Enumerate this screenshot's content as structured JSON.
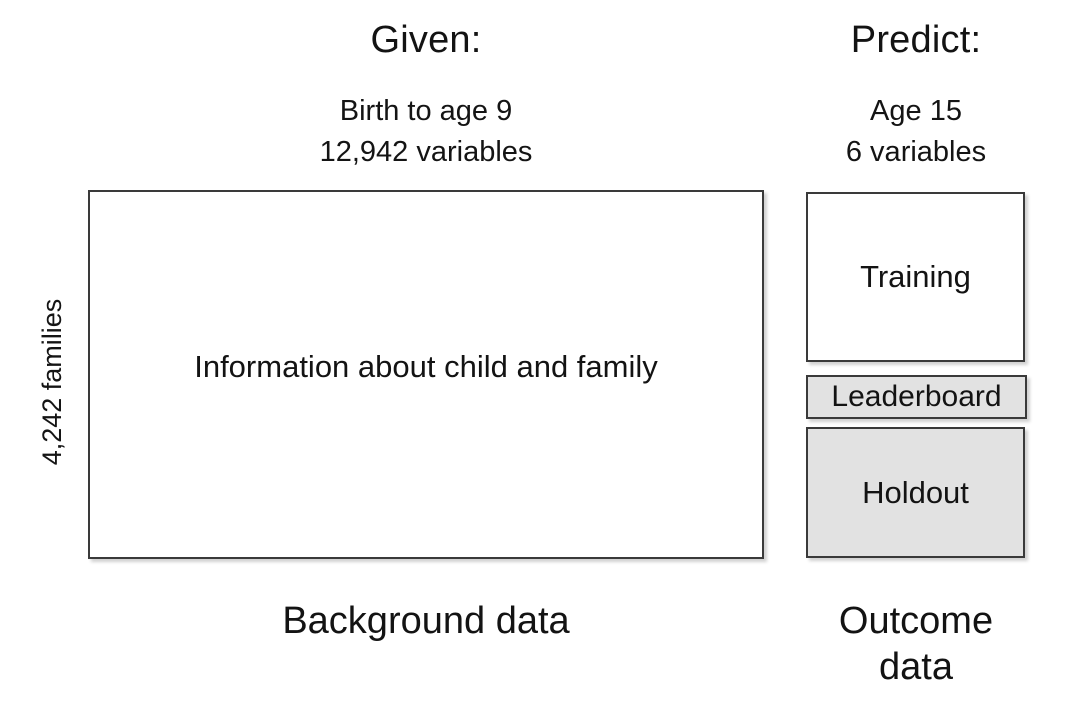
{
  "diagram": {
    "title_given": "Given:",
    "title_predict": "Predict:",
    "given": {
      "header": "Given:",
      "subtitle_line1": "Birth to age 9",
      "subtitle_line2": "12,942 variables",
      "box_label": "Information about child and family",
      "axis_label": "4,242 families",
      "caption": "Background data"
    },
    "predict": {
      "header": "Predict:",
      "subtitle_line1": "Age 15",
      "subtitle_line2": "6 variables",
      "caption_line1": "Outcome",
      "caption_line2": "data",
      "boxes": [
        {
          "label": "Training",
          "fill": "#ffffff"
        },
        {
          "label": "Leaderboard",
          "fill": "#e2e2e2"
        },
        {
          "label": "Holdout",
          "fill": "#e2e2e2"
        }
      ]
    },
    "colors": {
      "background": "#ffffff",
      "text": "#131313",
      "border": "#3a3a3a",
      "box_fill_white": "#ffffff",
      "box_fill_gray": "#e2e2e2"
    }
  }
}
